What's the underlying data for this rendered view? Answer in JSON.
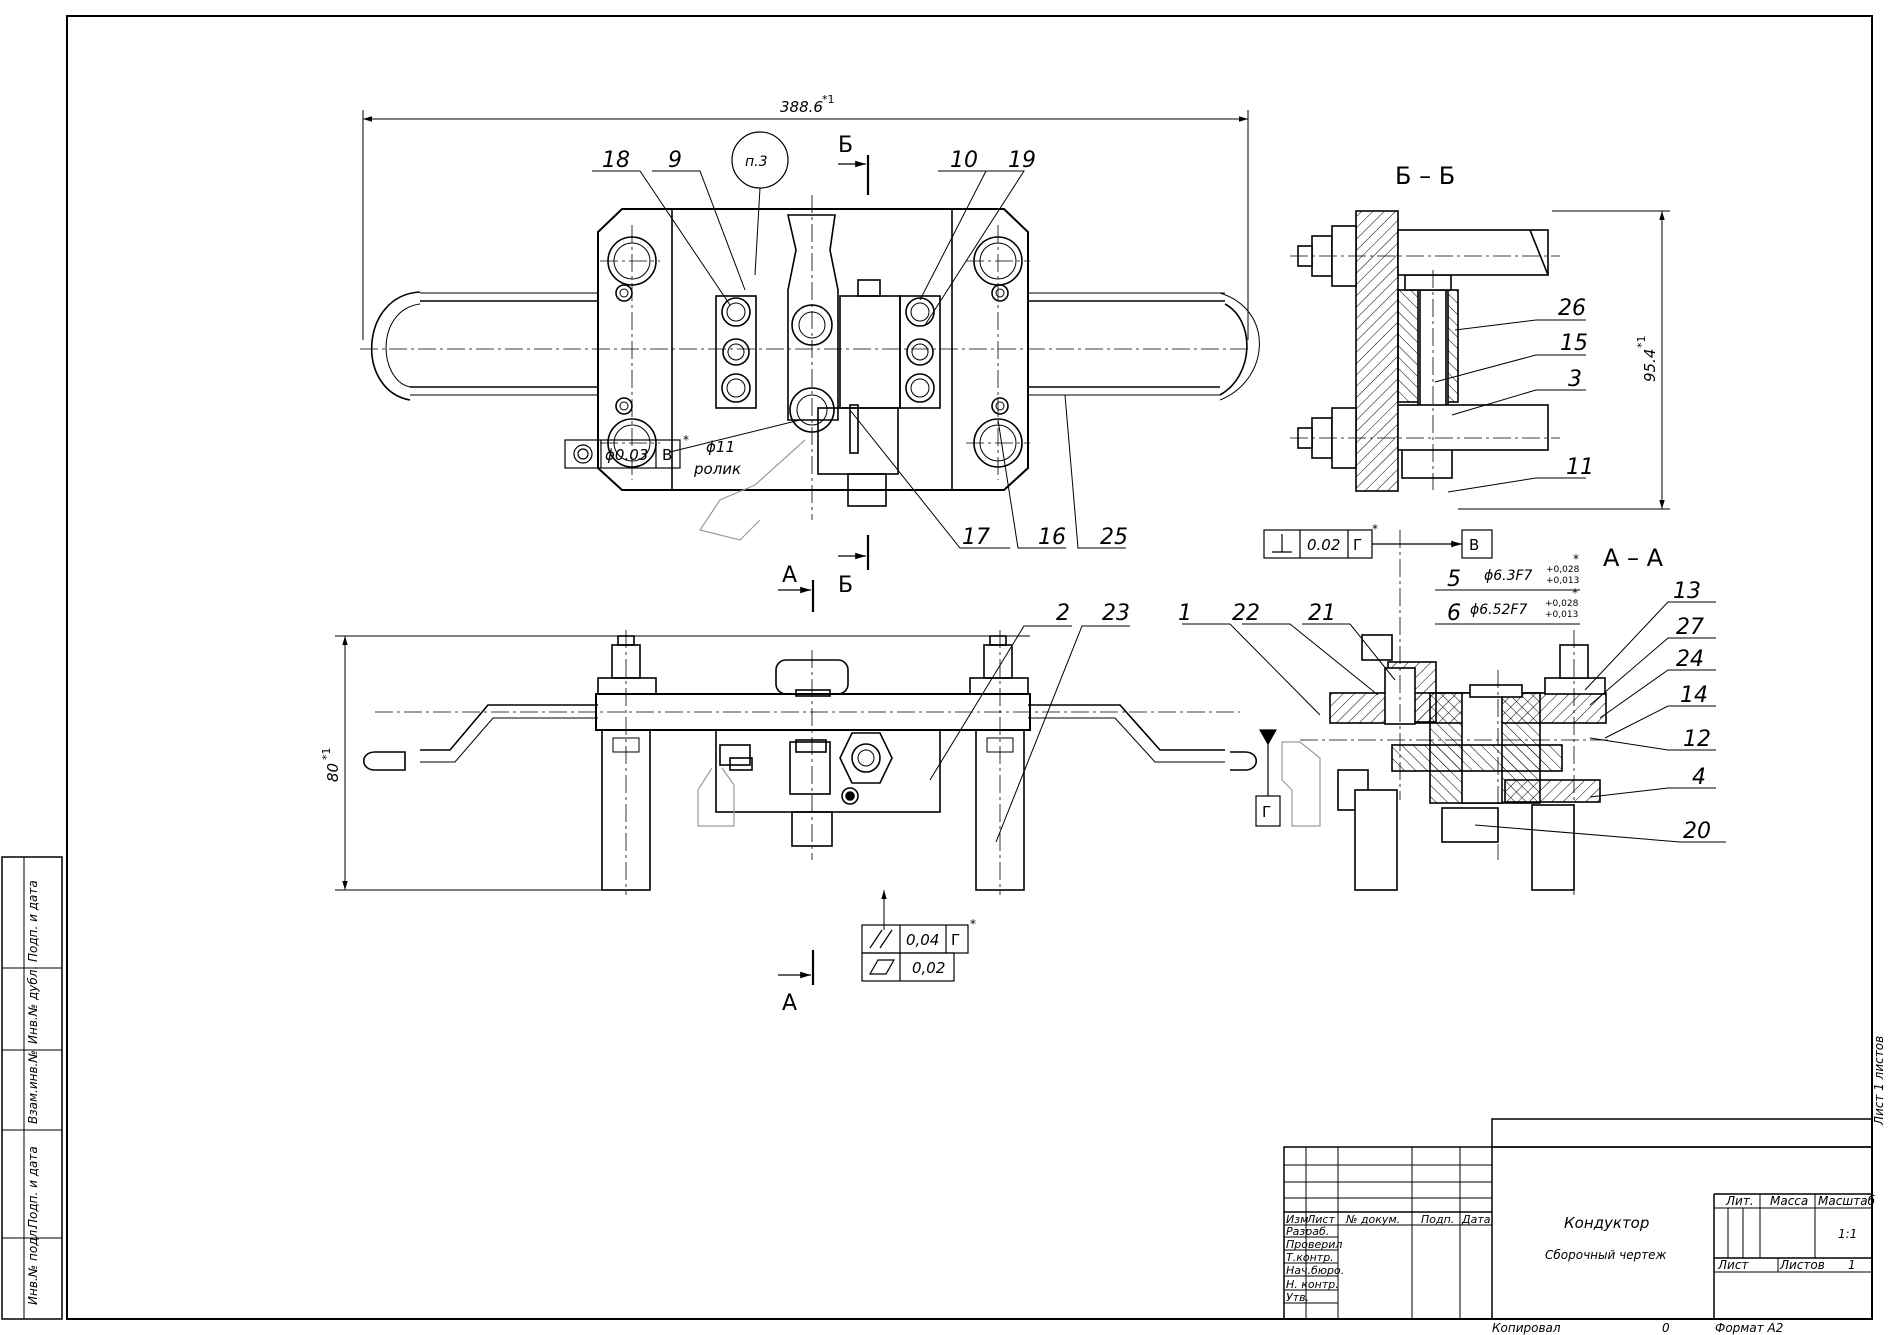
{
  "title_block": {
    "name": "Кондуктор",
    "doc_type": "Сборочный чертеж",
    "col_lit": "Лит.",
    "col_mass": "Масса",
    "col_scale": "Масштаб",
    "scale_value": "1:1",
    "sheet_label": "Лист",
    "sheets_label": "Листов",
    "sheets_value": "1",
    "rev_headers": [
      "Изм",
      "Лист",
      "№ докум.",
      "Подп.",
      "Дата"
    ],
    "roles": [
      "Разраб.",
      "Проверил",
      "Т.контр.",
      "Нач.бюро.",
      "Н. контр.",
      "Утв."
    ],
    "copied": "Копировал",
    "copied_value": "0",
    "format": "Формат A2"
  },
  "side_strip": [
    "Инв.№ подл.",
    "Подп. и дата",
    "Взам.инв.№",
    "Инв.№ дубл.",
    "Подп. и дата"
  ],
  "right_note": "Лист 1 листов",
  "dimensions": {
    "width": "388.6",
    "width_suffix": "*1",
    "height_right": "95.4",
    "height_left": "80",
    "tol_suffix": "*1",
    "hole_dia": "ϕ11",
    "roller": "ролик",
    "fit1": "ϕ6.3F7",
    "fit1_upper": "+0,028",
    "fit1_lower": "+0,013",
    "fit2": "ϕ6.52F7",
    "fit2_upper": "+0,028",
    "fit2_lower": "+0,013",
    "star": "*"
  },
  "tolerances": {
    "concentricity_value": "ϕ0.03",
    "concentricity_datum": "В",
    "perpendicular_value": "0.02",
    "perpendicular_datum": "Г",
    "parallel_value": "0,04",
    "parallel_datum": "Г",
    "flatness_value": "0,02",
    "datum_v": "В",
    "datum_g": "Г"
  },
  "note_p3": "п.3",
  "sections": {
    "bb_title": "Б – Б",
    "aa_title": "А – А",
    "cut_b": "Б",
    "cut_a": "А"
  },
  "positions": {
    "p18": "18",
    "p9": "9",
    "p10": "10",
    "p19": "19",
    "p17": "17",
    "p16": "16",
    "p25": "25",
    "p2": "2",
    "p23": "23",
    "p26": "26",
    "p15": "15",
    "p3": "3",
    "p11": "11",
    "p5": "5",
    "p6": "6",
    "p1": "1",
    "p22": "22",
    "p21": "21",
    "p13": "13",
    "p27": "27",
    "p24": "24",
    "p14": "14",
    "p12": "12",
    "p4": "4",
    "p20": "20"
  },
  "colors": {
    "line": "#000000",
    "paper": "#ffffff",
    "phantom": "#9a9a9a"
  }
}
